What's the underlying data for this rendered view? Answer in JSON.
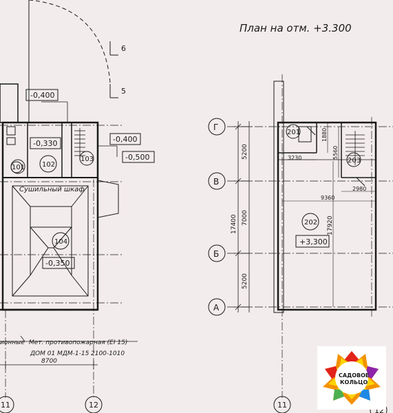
{
  "plan_title": "План на отм. +3.300",
  "elevations": {
    "top_left": "-0,400",
    "room_101_area": "-0,330",
    "right_a": "-0,400",
    "right_b": "-0,500",
    "room_104": "-0,350",
    "room_202": "+3,300"
  },
  "room_numbers": {
    "r101": "101",
    "r102": "102",
    "r103": "103",
    "r104": "104",
    "r201": "201",
    "r202": "202",
    "r203": "203"
  },
  "labels": {
    "drying_cabinet": "Сушильный шкаф",
    "door_note_1": "Мет. противопожарная (EI 15)",
    "door_note_2": "ДОМ 01 МДМ-1-15",
    "door_note_3": "2100-1010",
    "door_left_cut": "ионные",
    "width_8700": "8700",
    "section_6": "6",
    "section_5": "5"
  },
  "axes": {
    "rows": [
      "Г",
      "В",
      "Б",
      "А"
    ],
    "columns_left": [
      "11",
      "12"
    ],
    "columns_right": [
      "11",
      "12"
    ]
  },
  "dimensions": {
    "gv": "5200",
    "vb": "7000",
    "ba": "5200",
    "total": "17400",
    "d5560": "5560",
    "d1880": "1880",
    "d3230": "3230",
    "d9360": "9360",
    "d2980": "2980",
    "d17920": "17920"
  },
  "logo": {
    "line1": "САДОВОЕ",
    "line2": "КОЛЬЦО"
  },
  "colors": {
    "background": "#f3ecec",
    "line": "#1a1a1a",
    "logo_red": "#e2231a",
    "logo_orange": "#f39200",
    "logo_yellow": "#ffd400",
    "logo_green": "#4caf50",
    "logo_blue": "#1e88e5",
    "logo_purple": "#8e24aa"
  }
}
